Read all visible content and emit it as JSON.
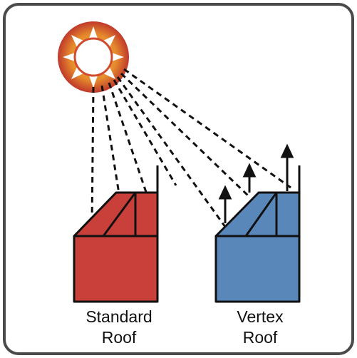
{
  "captions": {
    "standard": [
      "Standard",
      "Roof"
    ],
    "vertex": [
      "Vertex",
      "Roof"
    ]
  },
  "colors": {
    "frame": "#4a4a4a",
    "sun_outer": "#c0392b",
    "sun_inner": "#f0a830",
    "standard_roof": "#c9403b",
    "vertex_roof": "#5a87ba",
    "outline": "#111111"
  }
}
